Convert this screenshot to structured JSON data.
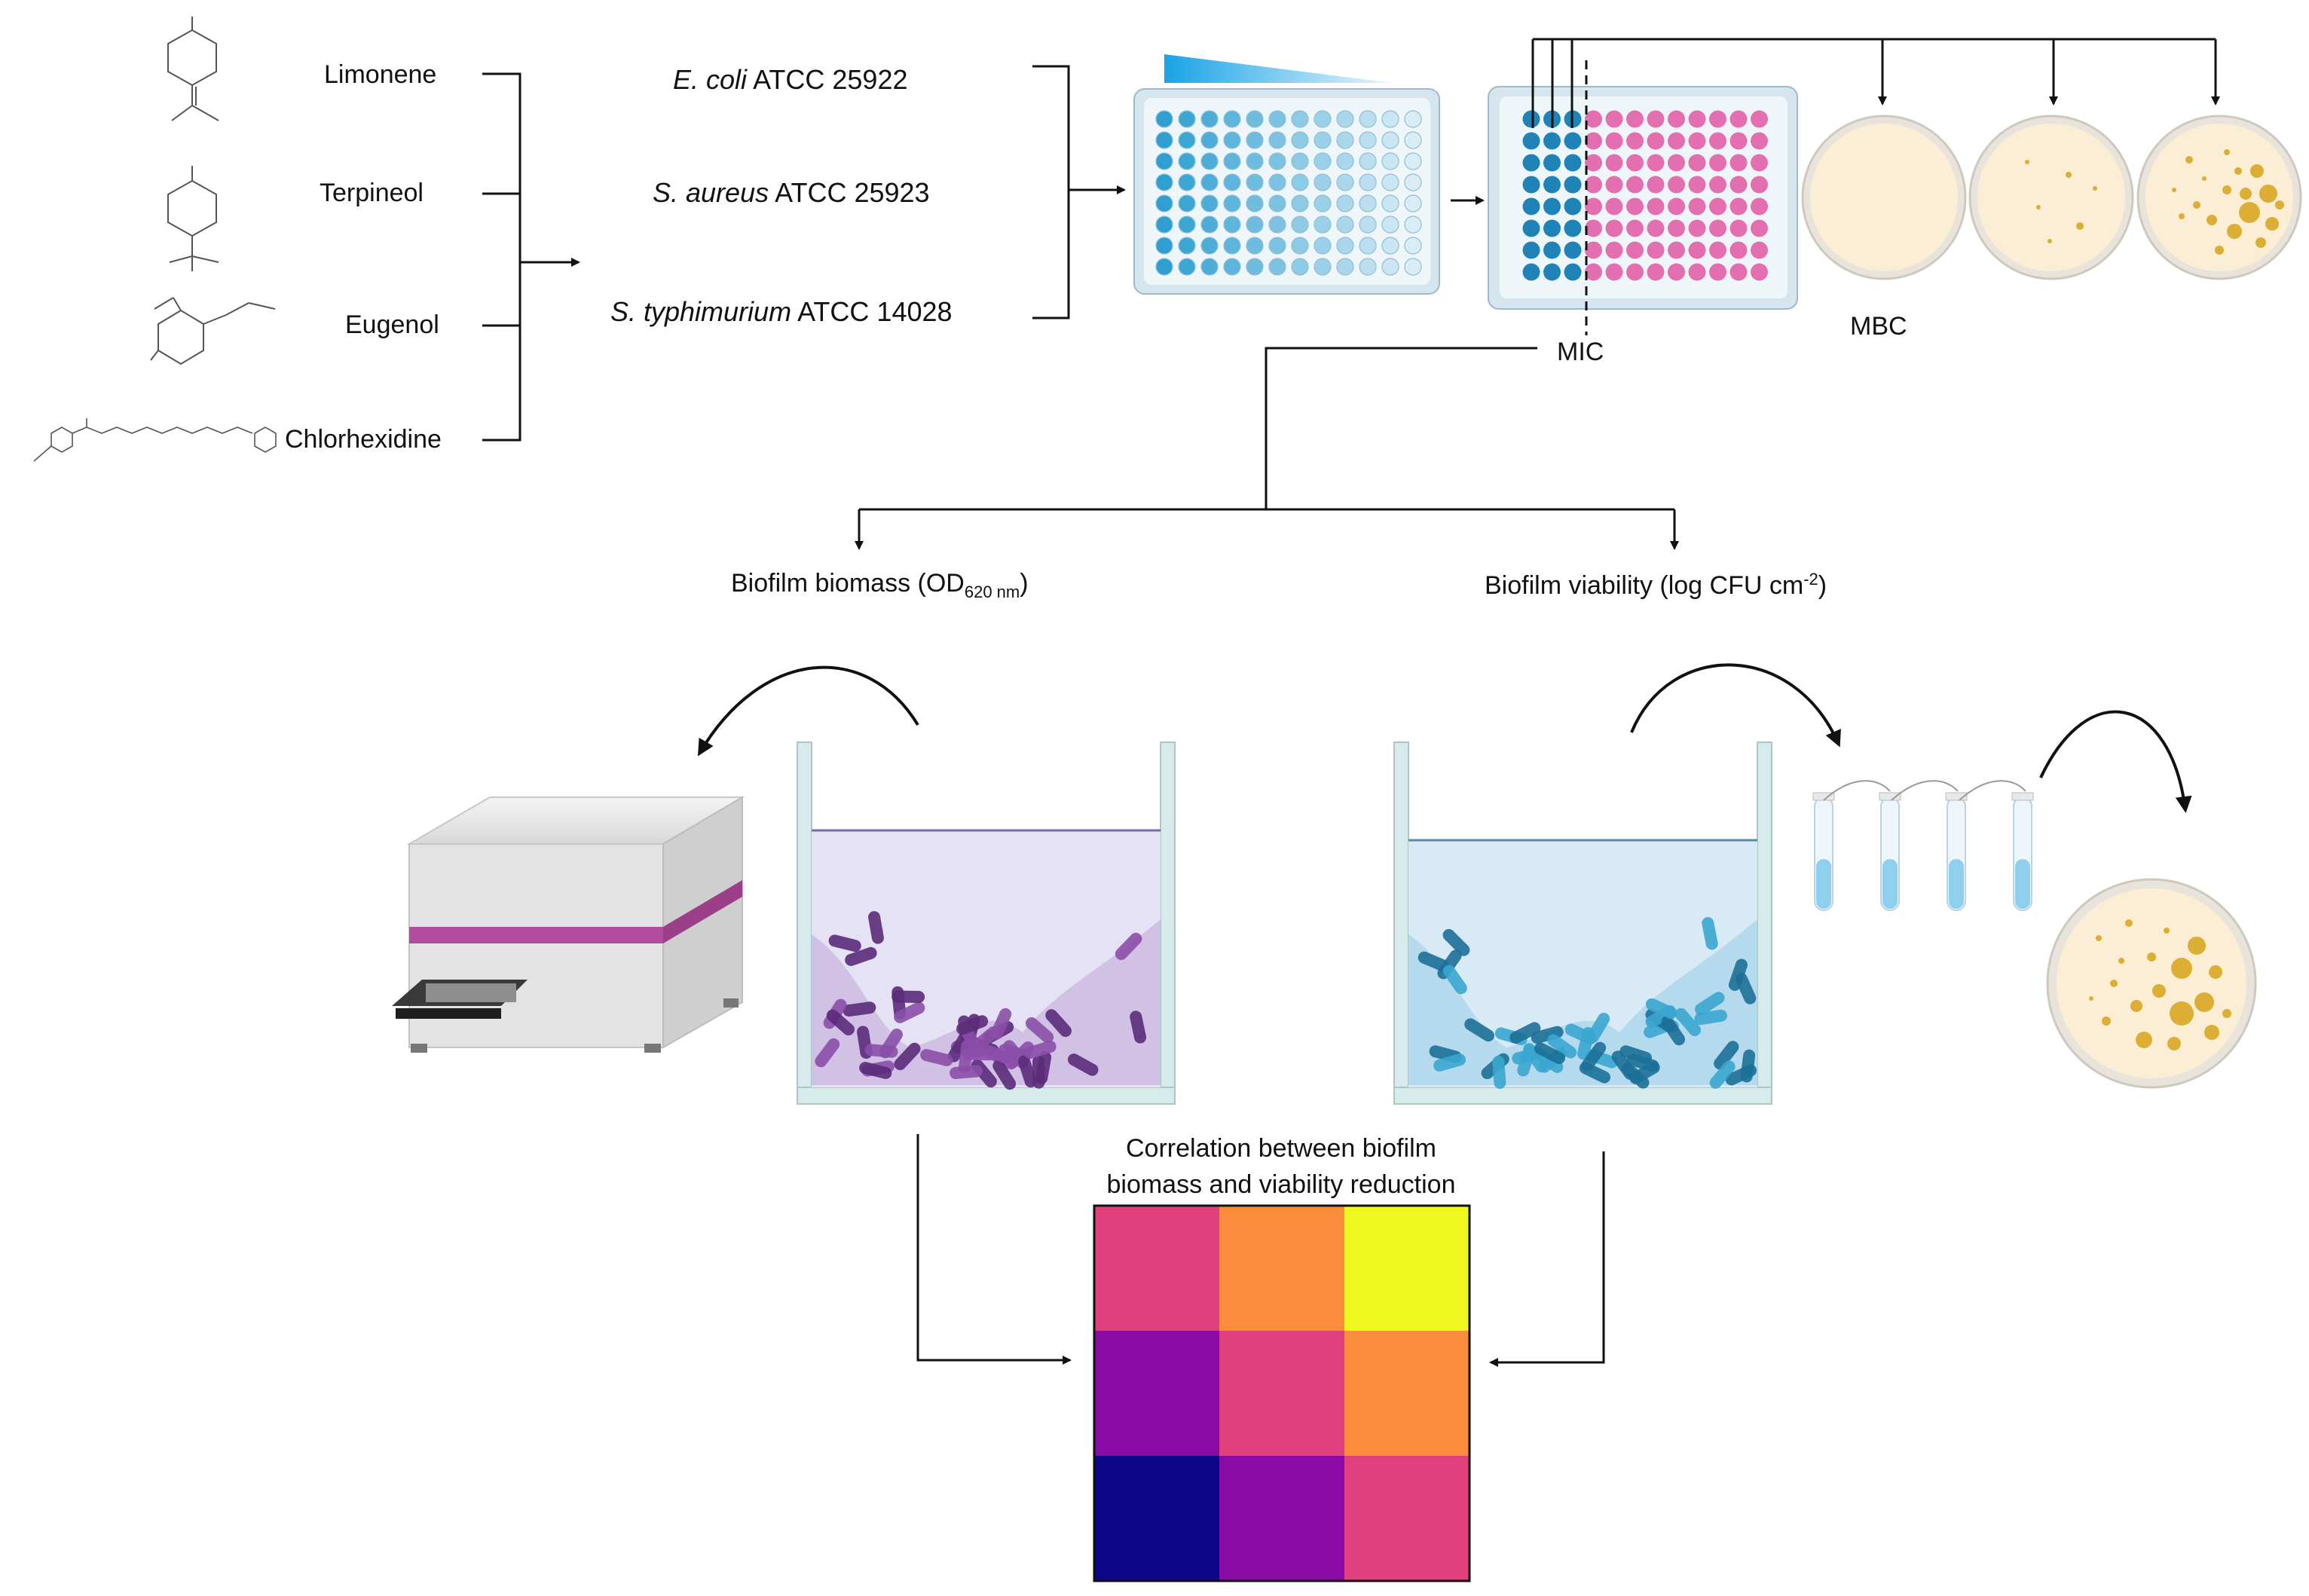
{
  "compounds": [
    {
      "name": "Limonene",
      "structure": "limonene-structure"
    },
    {
      "name": "Terpineol",
      "structure": "terpineol-structure"
    },
    {
      "name": "Eugenol",
      "structure": "eugenol-structure"
    },
    {
      "name": "Chlorhexidine",
      "structure": "chlorhexidine-structure"
    }
  ],
  "strains": [
    {
      "species": "E. coli",
      "collection": "ATCC 25922"
    },
    {
      "species": "S. aureus",
      "collection": "ATCC 25923"
    },
    {
      "species": "S. typhimurium",
      "collection": "ATCC 14028"
    }
  ],
  "endpoints": {
    "mic": "MIC",
    "mbc": "MBC"
  },
  "branches": {
    "biomass_prefix": "Biofilm biomass (OD",
    "biomass_sub": "620 nm",
    "biomass_suffix": ")",
    "viability_prefix": "Biofilm viability (log CFU cm",
    "viability_sup": "-2",
    "viability_suffix": ")"
  },
  "correlation": {
    "title_line1": "Correlation between biofilm",
    "title_line2": "biomass and viability reduction",
    "grid": [
      [
        "#e0407c",
        "#fb8c3c",
        "#eef81e"
      ],
      [
        "#8a0aa6",
        "#e0407c",
        "#fb8c3c"
      ],
      [
        "#0c0787",
        "#8a0aa6",
        "#e0407c"
      ]
    ]
  },
  "palette": {
    "well_blue": "#2e9fd0",
    "well_pink": "#e46fb0",
    "agar": "#fbeed5",
    "colony": "#dcae33",
    "biomass_liquid": "#e6e2f6",
    "viability_liquid": "#d9eaf7",
    "biomass_cells": "#8a4fa8",
    "viability_cells": "#3aa6cf",
    "reader_stripe": "#b34c9e"
  }
}
